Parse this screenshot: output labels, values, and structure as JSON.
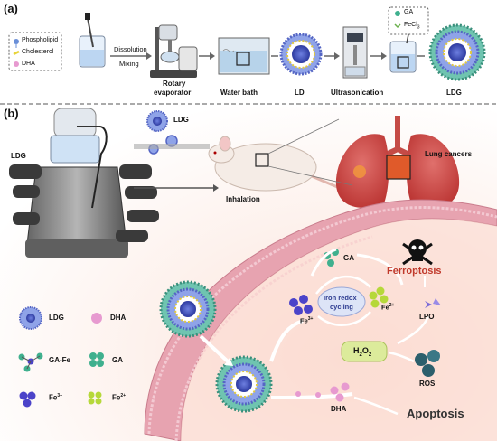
{
  "panel_a": {
    "label": "(a)",
    "legend": [
      "Phospholipid",
      "Cholesterol",
      "DHA"
    ],
    "step1": "Dissolution",
    "step2": "Mixing",
    "rotary": "Rotary",
    "evaporator": "evaporator",
    "water_bath": "Water bath",
    "ld": "LD",
    "ultrasonication": "Ultrasonication",
    "ldg": "LDG",
    "reagent_ga": "GA",
    "reagent_fecl3": "FeCl",
    "reagent_fecl3_sub": "3"
  },
  "panel_b": {
    "label": "(b)",
    "ldg_top": "LDG",
    "ldg_left": "LDG",
    "inhalation": "Inhalation",
    "lung_cancers": "Lung cancers",
    "ga": "GA",
    "iron_redox": "Iron redox",
    "cycling": "cycling",
    "ferroptosis": "Ferroptosis",
    "lpo": "LPO",
    "fe3": "Fe",
    "fe3_sup": "3+",
    "fe2": "Fe",
    "fe2_sup": "2+",
    "h2o2_h": "H",
    "h2o2_2a": "2",
    "h2o2_o": "O",
    "h2o2_2b": "2",
    "ros": "ROS",
    "dha": "DHA",
    "apoptosis": "Apoptosis"
  },
  "legend_b": {
    "ldg": "LDG",
    "dha": "DHA",
    "ga_fe": "GA-Fe",
    "ga": "GA",
    "fe3": "Fe",
    "fe3_sup": "3+",
    "fe2": "Fe",
    "fe2_sup": "2+"
  },
  "colors": {
    "phospholipid": "#6a8fd8",
    "cholesterol": "#e8d43a",
    "dha": "#e79ad0",
    "fe3": "#4b43c9",
    "fe2": "#b6d83a",
    "ga": "#3fb08e",
    "ferroptosis": "#c0392b",
    "cell": "#e7a3b0"
  }
}
